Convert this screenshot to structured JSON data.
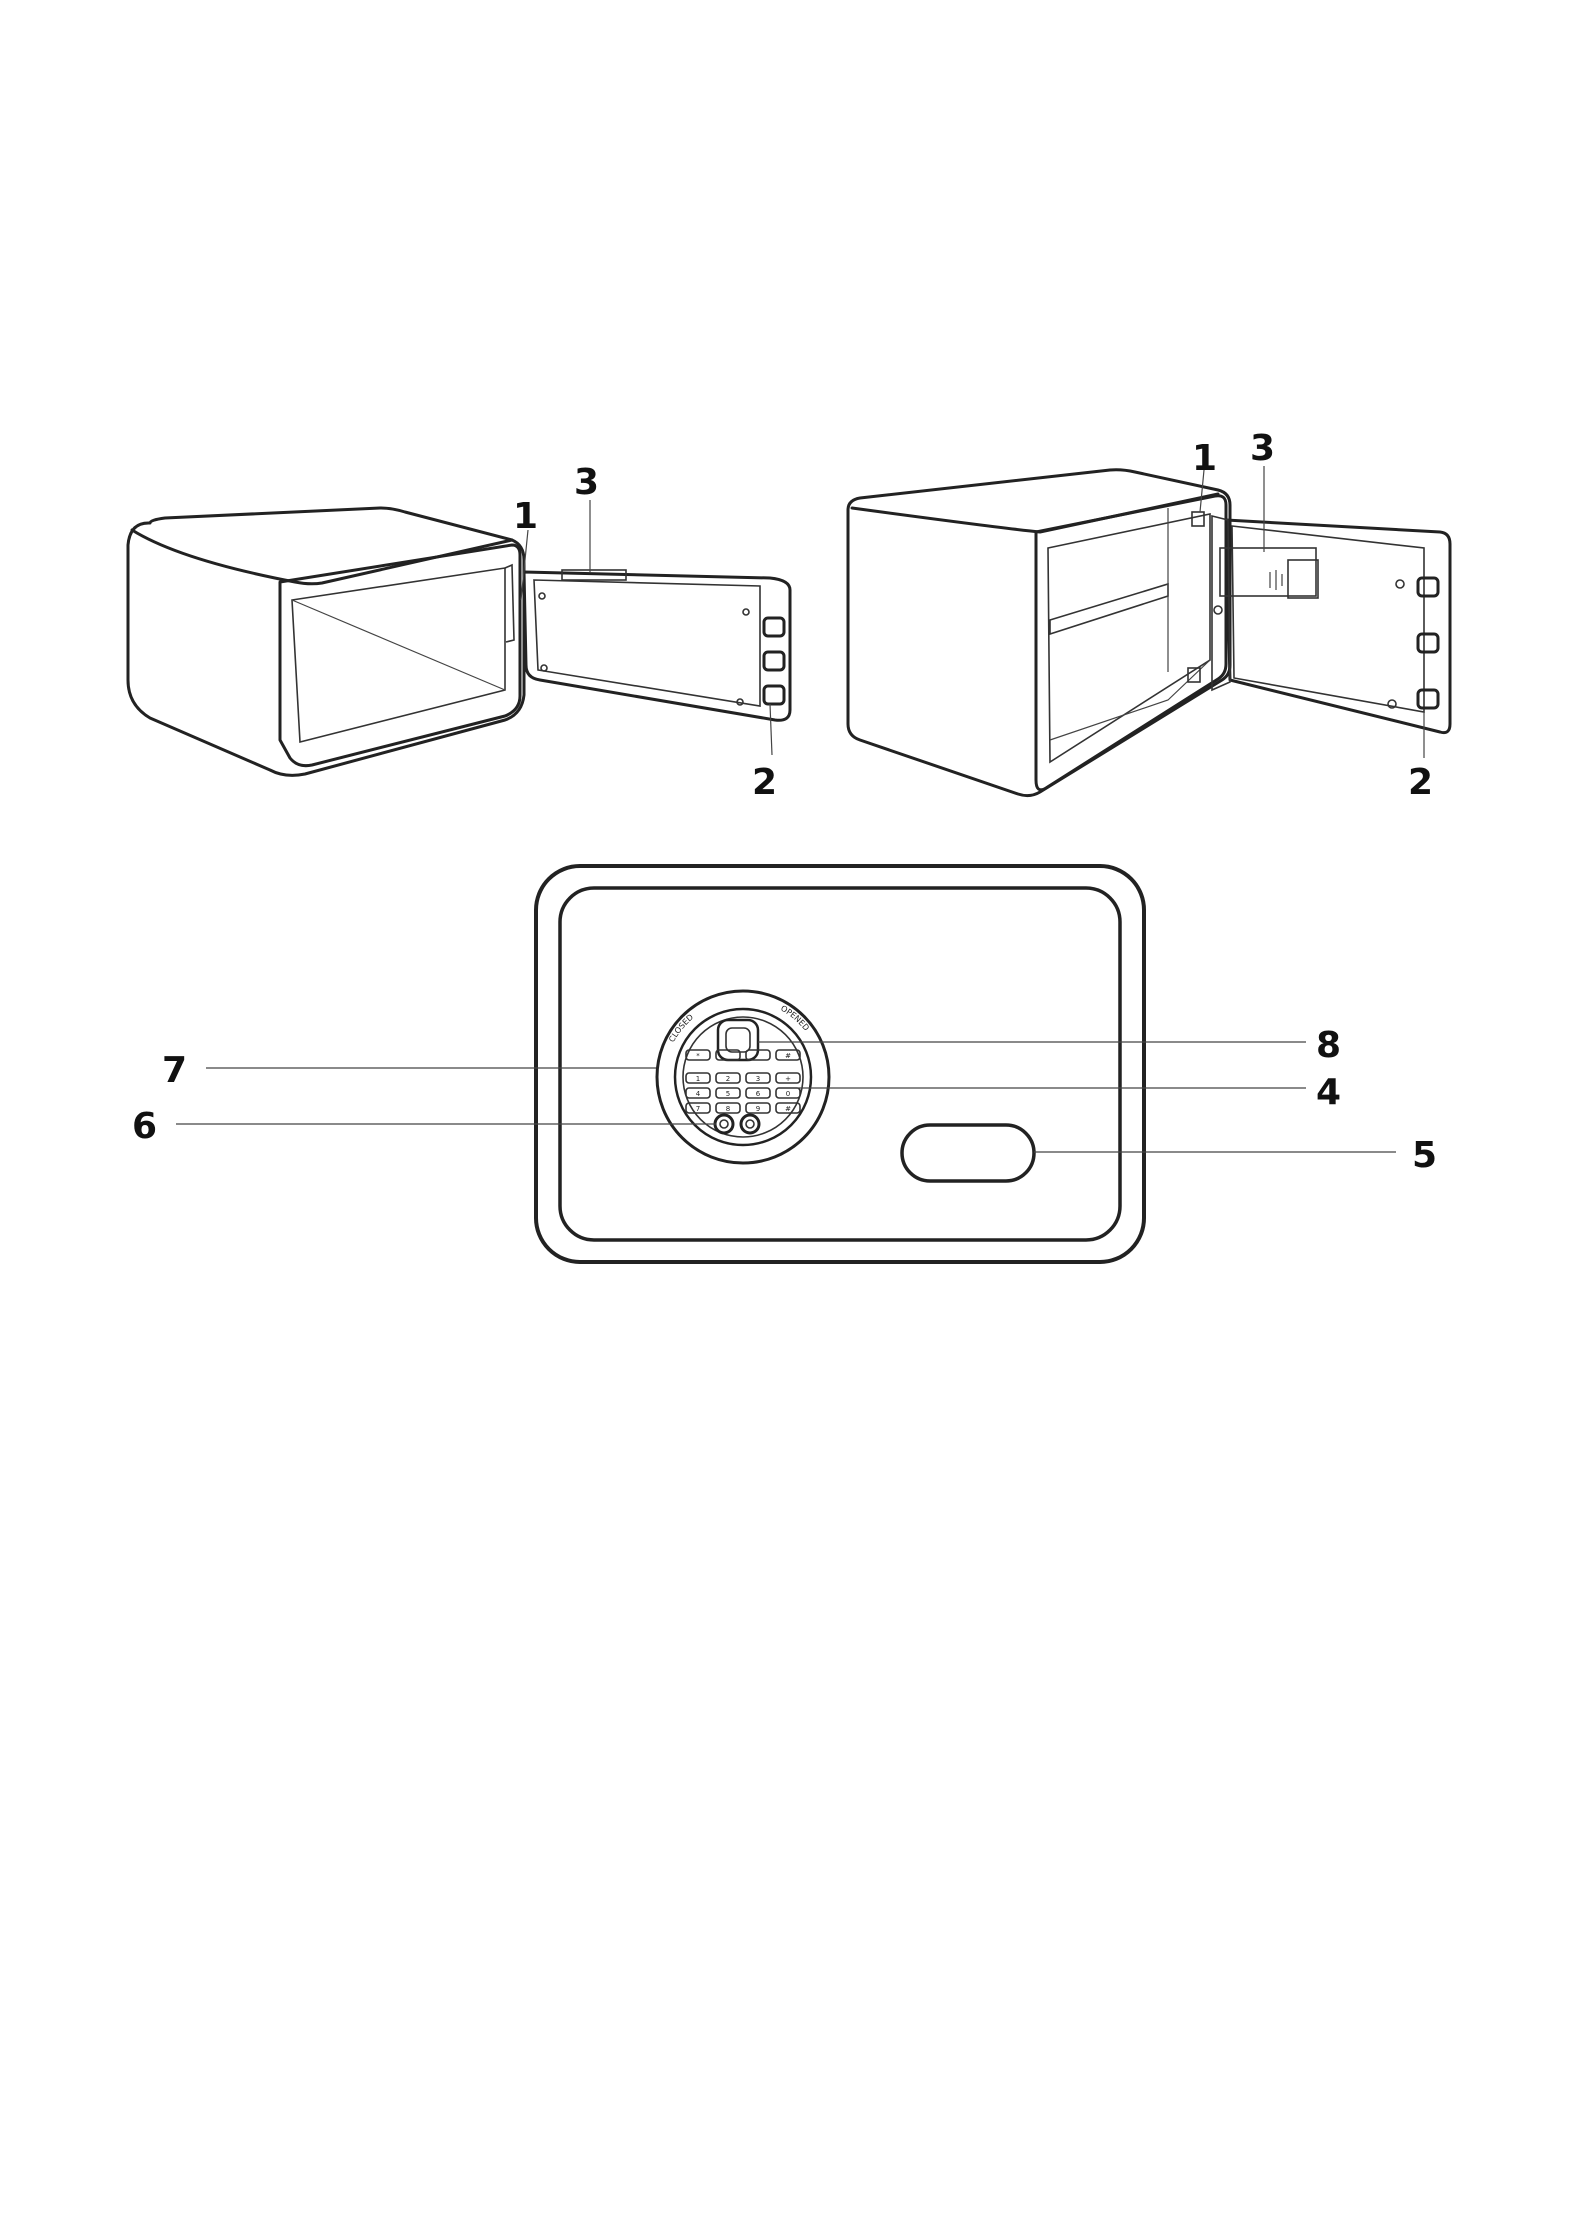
{
  "callouts": {
    "left_view": {
      "c1": "1",
      "c2": "2",
      "c3": "3"
    },
    "right_view": {
      "c1": "1",
      "c2": "2",
      "c3": "3"
    },
    "front_view": {
      "c4": "4",
      "c5": "5",
      "c6": "6",
      "c7": "7",
      "c8": "8"
    }
  },
  "dial_text": {
    "closed": "CLOSED",
    "opened": "OPENED"
  },
  "keypad": {
    "rows": [
      [
        "*",
        "",
        "",
        "#"
      ],
      [
        "1",
        "2",
        "3",
        "+"
      ],
      [
        "4",
        "5",
        "6",
        "0"
      ],
      [
        "7",
        "8",
        "9",
        "#"
      ]
    ]
  },
  "colors": {
    "line": "#222222",
    "background": "#ffffff"
  }
}
